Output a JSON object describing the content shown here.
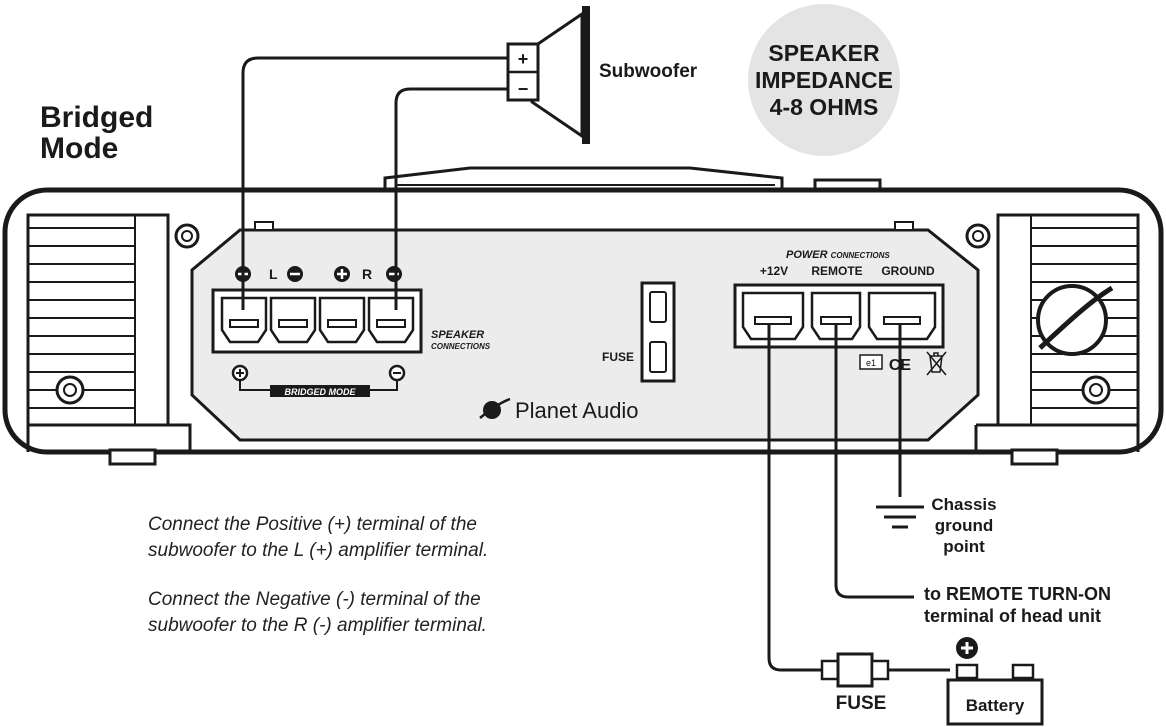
{
  "title": [
    "Bridged",
    "Mode"
  ],
  "impedance_badge": [
    "SPEAKER",
    "IMPEDANCE",
    "4-8 OHMS"
  ],
  "subwoofer": {
    "label": "Subwoofer",
    "plus": "+",
    "minus": "−"
  },
  "speaker_panel": {
    "channel_left": "L",
    "channel_right": "R",
    "connections_label": [
      "SPEAKER",
      "CONNECTIONS"
    ],
    "bridged_label": "BRIDGED MODE"
  },
  "fuse_label": "FUSE",
  "brand": "Planet Audio",
  "power_panel": {
    "header_big": "POWER",
    "header_small": "CONNECTIONS",
    "terminals": [
      "+12V",
      "REMOTE",
      "GROUND"
    ],
    "marks": [
      "e1",
      "CE"
    ]
  },
  "callouts": {
    "chassis": [
      "Chassis",
      "ground",
      "point"
    ],
    "remote": [
      "to REMOTE TURN-ON",
      "terminal of head unit"
    ],
    "inline_fuse": "FUSE",
    "battery": "Battery"
  },
  "instructions": [
    [
      "Connect the Positive (+) terminal of the",
      "subwoofer to the L (+) amplifier terminal."
    ],
    [
      "Connect the Negative (-) terminal of the",
      "subwoofer to the R (-) amplifier terminal."
    ]
  ],
  "colors": {
    "ink": "#1a1a1a",
    "badge": "#e4e4e4",
    "panel": "#ececec",
    "background": "#ffffff"
  }
}
